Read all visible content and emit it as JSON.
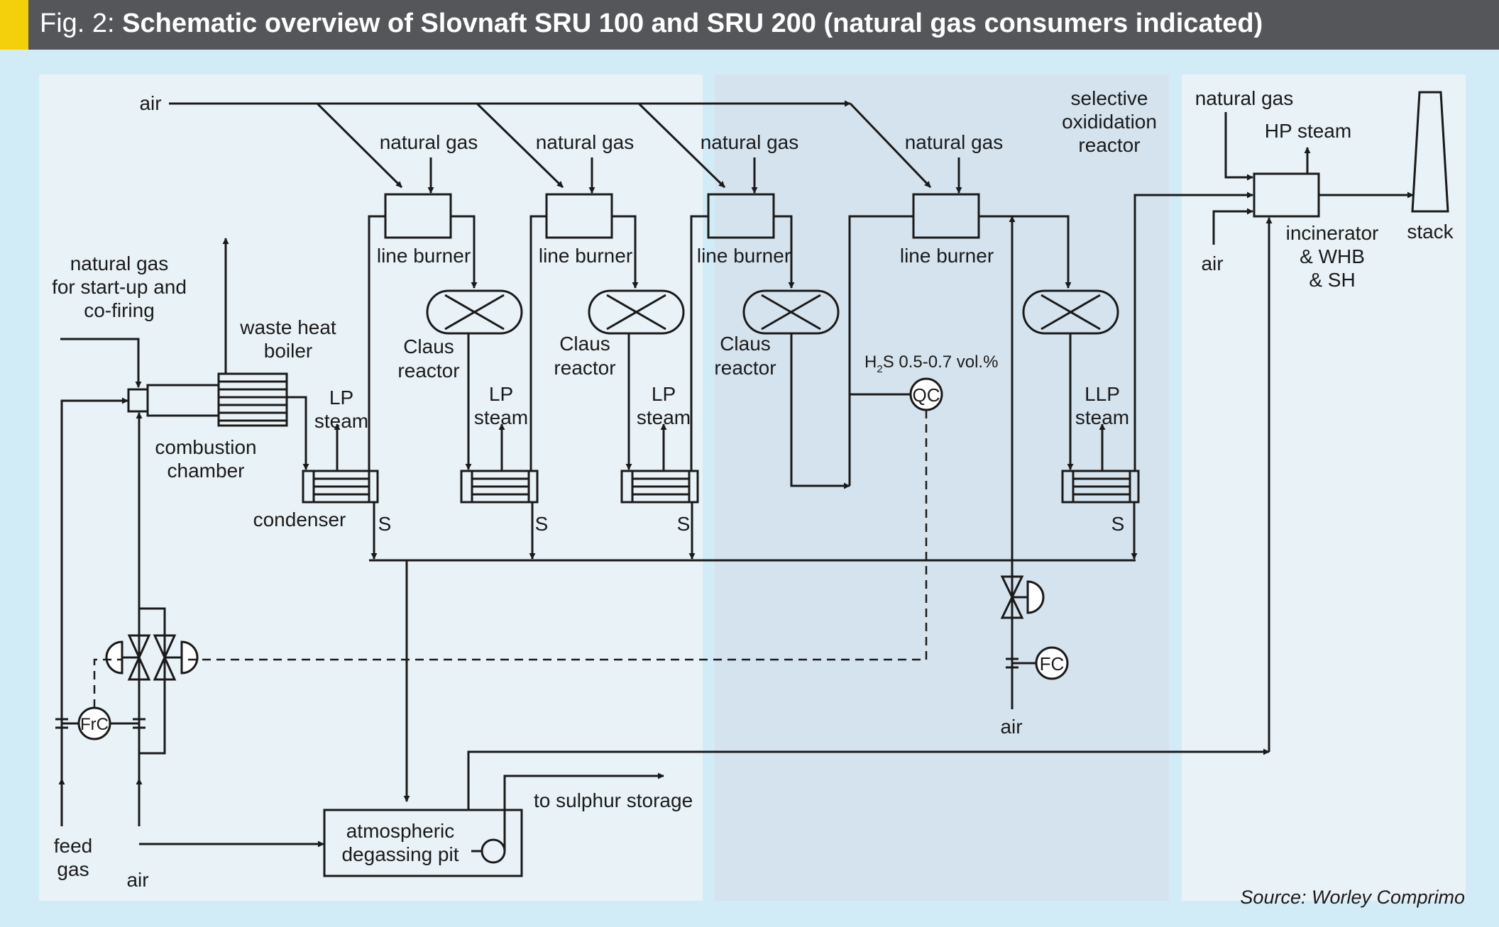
{
  "header": {
    "figure_label": "Fig. 2:",
    "title": "Schematic overview of Slovnaft SRU 100 and SRU 200 (natural gas consumers indicated)"
  },
  "source": "Source: Worley Comprimo",
  "labels": {
    "air_top": "air",
    "natural_gas": "natural gas",
    "line_burner": "line burner",
    "claus_1": "Claus",
    "claus_2": "reactor",
    "lp_1": "LP",
    "lp_2": "steam",
    "llp_1": "LLP",
    "llp_2": "steam",
    "s": "S",
    "ng_startup_1": "natural gas",
    "ng_startup_2": "for start-up and",
    "ng_startup_3": "co-firing",
    "whb_1": "waste heat",
    "whb_2": "boiler",
    "combustion_1": "combustion",
    "combustion_2": "chamber",
    "condenser": "condenser",
    "sel_ox_1": "selective",
    "sel_ox_2": "oxididation",
    "sel_ox_3": "reactor",
    "h2s_pre": "H",
    "h2s_sub": "2",
    "h2s_post": "S 0.5-0.7 vol.%",
    "qc": "QC",
    "fc": "FC",
    "frc": "FrC",
    "air_fc": "air",
    "inc_natural_gas": "natural gas",
    "hp_steam": "HP steam",
    "inc_air": "air",
    "incinerator_1": "incinerator",
    "incinerator_2": "& WHB",
    "incinerator_3": "& SH",
    "stack": "stack",
    "feed_1": "feed",
    "feed_2": "gas",
    "air_bottom": "air",
    "pit_1": "atmospheric",
    "pit_2": "degassing pit",
    "sulphur_storage": "to sulphur storage"
  },
  "colors": {
    "header_bg": "#555659",
    "header_accent": "#f4d00c",
    "frame_bg": "#d2ecf7",
    "panel_light": "#e9f2f6",
    "panel_dark": "#d5e3ee",
    "line": "#1a1a1a"
  }
}
